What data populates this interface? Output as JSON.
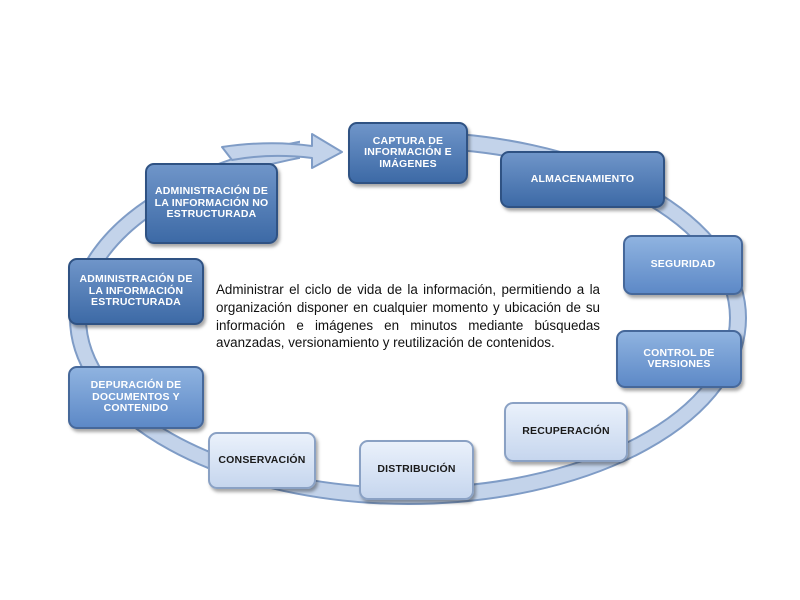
{
  "diagram": {
    "steps": [
      {
        "id": "captura",
        "label": "CAPTURA DE INFORMACIÓN E IMÁGENES"
      },
      {
        "id": "almacenamiento",
        "label": "ALMACENAMIENTO"
      },
      {
        "id": "seguridad",
        "label": "SEGURIDAD"
      },
      {
        "id": "control",
        "label": "CONTROL DE VERSIONES"
      },
      {
        "id": "recuperacion",
        "label": "RECUPERACIÓN"
      },
      {
        "id": "distribucion",
        "label": "DISTRIBUCIÓN"
      },
      {
        "id": "conservacion",
        "label": "CONSERVACIÓN"
      },
      {
        "id": "depuracion",
        "label": "DEPURACIÓN DE DOCUMENTOS Y CONTENIDO"
      },
      {
        "id": "admin_estructurada",
        "label": "ADMINISTRACIÓN DE LA INFORMACIÓN ESTRUCTURADA"
      },
      {
        "id": "admin_no_estructurada",
        "label": "ADMINISTRACIÓN DE LA INFORMACIÓN NO ESTRUCTURADA"
      }
    ],
    "description": "Administrar el ciclo de vida de la información, permitiendo a la organización disponer en cualquier momento y ubicación de su información e imágenes en minutos mediante búsquedas avanzadas, versionamiento y reutilización de contenidos.",
    "colors": {
      "ring_fill": "#c3d3ea",
      "ring_stroke": "#7f9cc6",
      "box_dark": "#3d6aa6",
      "box_mid": "#5d89c7",
      "box_light": "#dce7f6"
    }
  }
}
